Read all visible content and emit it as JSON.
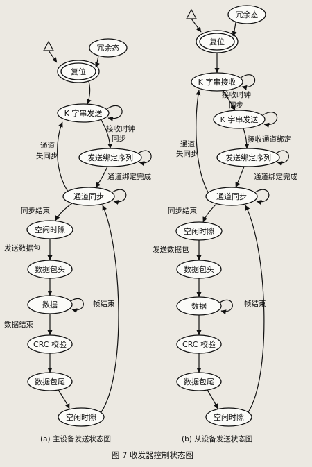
{
  "figure": {
    "title": "图 7 收发器控制状态图"
  },
  "left": {
    "caption": "(a) 主设备发送状态图",
    "nodes": {
      "redundant": "冗余态",
      "reset": "复位",
      "k_send": "K 字串发送",
      "bind_seq": "发送绑定序列",
      "chan_sync": "通道同步",
      "idle1": "空闲时隙",
      "header": "数据包头",
      "data": "数据",
      "crc": "CRC 校验",
      "tail": "数据包尾",
      "idle2": "空闲时隙"
    },
    "edges": {
      "recv_clock_sync": [
        "接收时钟",
        "同步"
      ],
      "lost_sync": [
        "通道",
        "失同步"
      ],
      "bind_done": "通道绑定完成",
      "sync_end": "同步结束",
      "send_packet": "发送数据包",
      "frame_end": "帧结束",
      "data_end": "数据结束"
    }
  },
  "right": {
    "caption": "(b) 从设备发送状态图",
    "nodes": {
      "redundant": "冗余态",
      "reset": "复位",
      "k_recv": "K 字串接收",
      "k_send": "K 字串发送",
      "bind_seq": "发送绑定序列",
      "chan_sync": "通道同步",
      "idle1": "空闲时隙",
      "header": "数据包头",
      "data": "数据",
      "crc": "CRC 校验",
      "tail": "数据包尾",
      "idle2": "空闲时隙"
    },
    "edges": {
      "recv_clock_sync": [
        "接收时钟",
        "同步"
      ],
      "recv_bind": "接收通道绑定",
      "lost_sync": [
        "通道",
        "失同步"
      ],
      "bind_done": "通道绑定完成",
      "sync_end": "同步结束",
      "send_packet": "发送数据包",
      "frame_end": "帧结束"
    }
  }
}
